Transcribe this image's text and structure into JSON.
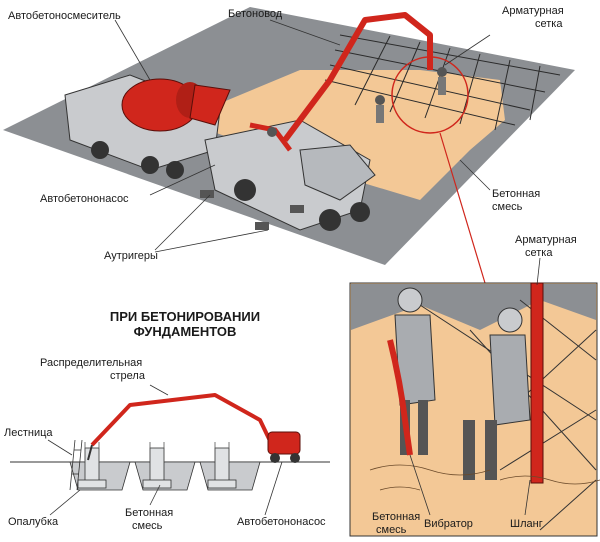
{
  "title_line1": "ПРИ БЕТОНИРОВАНИИ",
  "title_line2": "ФУНДАМЕНТОВ",
  "top": {
    "mixer": "Автобетоносмеситель",
    "pipeline": "Бетоновод",
    "mesh1": "Арматурная",
    "mesh2": "сетка",
    "pump": "Автобетононасос",
    "concrete1": "Бетонная",
    "concrete2": "смесь",
    "outriggers": "Аутригеры"
  },
  "detail": {
    "mesh1": "Арматурная",
    "mesh2": "сетка",
    "concrete1": "Бетонная",
    "concrete2": "смесь",
    "vibrator": "Вибратор",
    "hose": "Шланг"
  },
  "bottom": {
    "boom1": "Распределительная",
    "boom2": "стрела",
    "ladder": "Лестница",
    "formwork": "Опалубка",
    "concrete1": "Бетонная",
    "concrete2": "смесь",
    "pump": "Автобетононасос"
  }
}
